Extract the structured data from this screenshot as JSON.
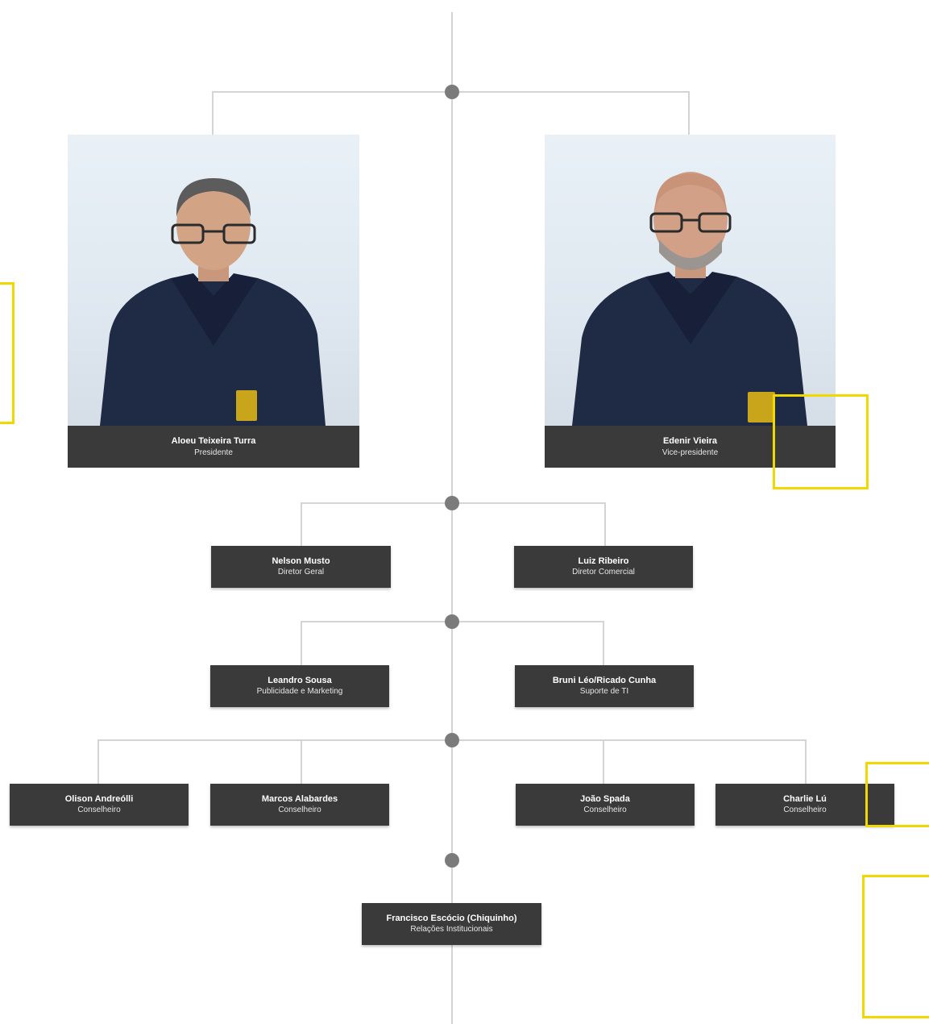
{
  "leaders": [
    {
      "name": "Aloeu Teixeira Turra",
      "role": "Presidente"
    },
    {
      "name": "Edenir Vieira",
      "role": "Vice-presidente"
    }
  ],
  "directors": [
    {
      "name": "Nelson Musto",
      "role": "Diretor Geral"
    },
    {
      "name": "Luiz Ribeiro",
      "role": "Diretor Comercial"
    }
  ],
  "specialists": [
    {
      "name": "Leandro Sousa",
      "role": "Publicidade e Marketing"
    },
    {
      "name": "Bruni Léo/Ricado Cunha",
      "role": "Suporte de TI"
    }
  ],
  "counselors": [
    {
      "name": "Olison Andreólli",
      "role": "Conselheiro"
    },
    {
      "name": "Marcos Alabardes",
      "role": "Conselheiro"
    },
    {
      "name": "João Spada",
      "role": "Conselheiro"
    },
    {
      "name": "Charlie Lú",
      "role": "Conselheiro"
    }
  ],
  "institutional": {
    "name": "Francisco Escócio (Chiquinho)",
    "role": "Relações Institucionais"
  },
  "colors": {
    "card": "#3a3a3a",
    "line": "#d4d4d4",
    "node": "#7b7b7b",
    "accent": "#f0d800",
    "shirt": "#1f2a45"
  }
}
